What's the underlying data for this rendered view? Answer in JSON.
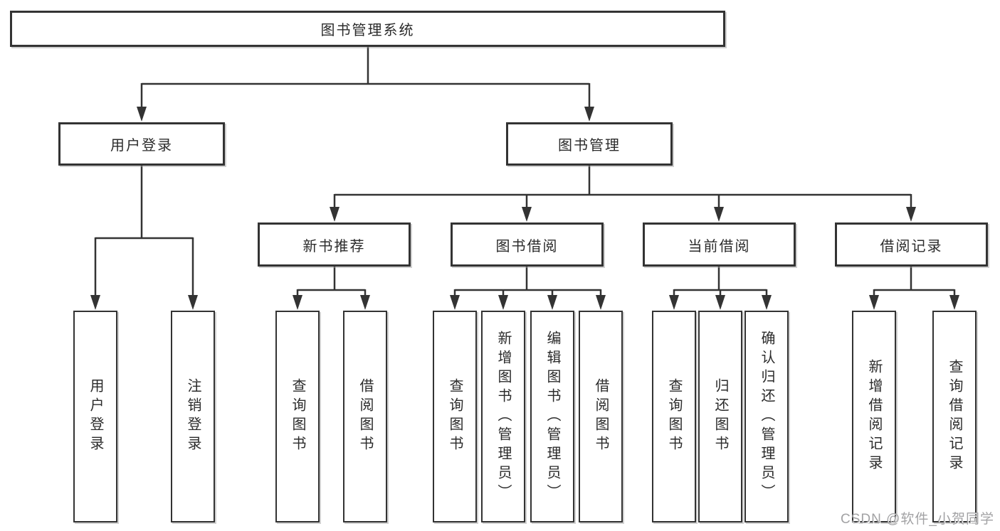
{
  "diagram": {
    "type": "hierarchy-tree",
    "colors": {
      "background": "#ffffff",
      "line": "#333333",
      "box_border": "#333333",
      "box_fill": "#ffffff",
      "text": "#2b2b2b",
      "watermark": "#a2a2a4"
    },
    "hierarchy": {
      "图书管理系统": {
        "用户登录": [
          "用户登录",
          "注销登录"
        ],
        "图书管理": {
          "新书推荐": [
            "查询图书",
            "借阅图书"
          ],
          "图书借阅": [
            "查询图书",
            "新增图书（管理员）",
            "编辑图书（管理员）",
            "借阅图书"
          ],
          "当前借阅": [
            "查询图书",
            "归还图书",
            "确认归还（管理员）"
          ],
          "借阅记录": [
            "新增借阅记录",
            "查询借阅记录"
          ]
        }
      }
    }
  },
  "nodes": {
    "root": {
      "label": "图书管理系统"
    },
    "user_login": {
      "label": "用户登录"
    },
    "book_mgmt": {
      "label": "图书管理"
    },
    "new_rec": {
      "label": "新书推荐"
    },
    "book_bor": {
      "label": "图书借阅"
    },
    "cur_bor": {
      "label": "当前借阅"
    },
    "bor_hist": {
      "label": "借阅记录"
    },
    "ul_login": {
      "label": "用户登录"
    },
    "ul_logout": {
      "label": "注销登录"
    },
    "nb_query": {
      "label": "查询图书"
    },
    "nb_borrow": {
      "label": "借阅图书"
    },
    "bb_query": {
      "label": "查询图书"
    },
    "bb_add": {
      "label": "新增图书（管理员）"
    },
    "bb_edit": {
      "label": "编辑图书（管理员）"
    },
    "bb_borrow": {
      "label": "借阅图书"
    },
    "cb_query": {
      "label": "查询图书"
    },
    "cb_return": {
      "label": "归还图书"
    },
    "cb_confirm": {
      "label": "确认归还（管理员）"
    },
    "br_add": {
      "label": "新增借阅记录"
    },
    "br_query": {
      "label": "查询借阅记录"
    }
  },
  "watermark": {
    "text": "CSDN @软件_小贺同学"
  }
}
